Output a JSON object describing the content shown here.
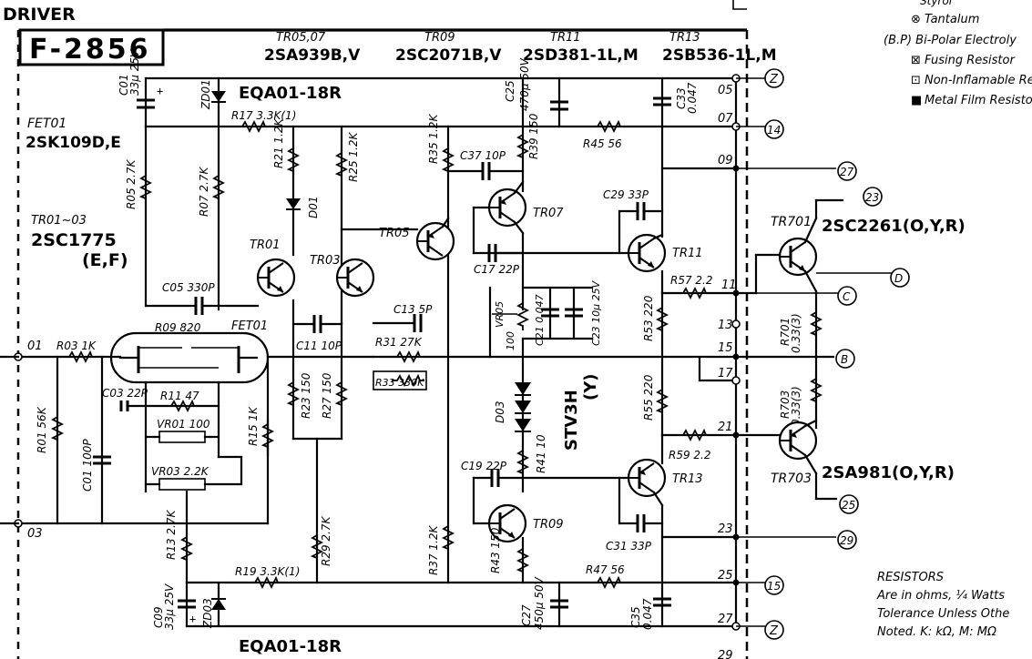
{
  "header": {
    "section_title": "DRIVER",
    "board_id": "F-2856"
  },
  "legend": {
    "items": [
      {
        "symbol": "⊗",
        "text": "Tantalum"
      },
      {
        "symbol": "",
        "text": "(B.P) Bi-Polar Electroly"
      },
      {
        "symbol": "⊠",
        "text": "Fusing Resistor"
      },
      {
        "symbol": "⊡",
        "text": "Non-Inflamable Resistor"
      },
      {
        "symbol": "■",
        "text": "Metal Film Resistor"
      }
    ],
    "partial_top": "Styrol"
  },
  "transistor_types": {
    "tr05_07_ref": "TR05,07",
    "tr05_07_type": "2SA939B,V",
    "tr09_ref": "TR09",
    "tr09_type": "2SC2071B,V",
    "tr11_ref": "TR11",
    "tr11_type": "2SD381-1L,M",
    "tr13_ref": "TR13",
    "tr13_type": "2SB536-1L,M",
    "fet_ref": "FET01",
    "fet_type": "2SK109D,E",
    "tr01_03_ref": "TR01~03",
    "tr01_03_type": "2SC1775",
    "tr01_03_grade": "(E,F)",
    "tr701_ref": "TR701",
    "tr701_type": "2SC2261(O,Y,R)",
    "tr703_ref": "TR703",
    "tr703_type": "2SA981(O,Y,R)"
  },
  "diodes": {
    "zd01_type": "EQA01-18R",
    "zd03_type": "EQA01-18R",
    "d03_type": "STV3H",
    "d03_grade": "(Y)"
  },
  "components": {
    "c01": "C01",
    "c01_val": "33μ 25V",
    "zd01": "ZD01",
    "r17": "R17 3.3K(1)",
    "r05": "R05 2.7K",
    "r07": "R07 2.7K",
    "r21": "R21 1.2K",
    "d01": "D01",
    "r25": "R25 1.2K",
    "r35": "R35 1.2K",
    "c37": "C37 10P",
    "r39": "R39 150",
    "c25": "C25",
    "c25_val": "470μ 50V",
    "r45": "R45 56",
    "c33": "C33",
    "c33_val": "0.047",
    "c29": "C29 33P",
    "tr01": "TR01",
    "tr03": "TR03",
    "tr05": "TR05",
    "tr07": "TR07",
    "tr11": "TR11",
    "c17": "C17 22P",
    "c05": "C05 330P",
    "r09": "R09 820",
    "fet01": "FET01",
    "c13": "C13 5P",
    "c11": "C11 10P",
    "r31": "R31 27K",
    "r33": "R33 330K",
    "vr05": "VR05",
    "vr05_val": "100",
    "c21": "C21 0.047",
    "c23": "C23 10μ 25V",
    "r57": "R57 2.2",
    "r53": "R53 220",
    "r55": "R55 220",
    "r701": "R701",
    "r701_val": "0.33(3)",
    "r703": "R703",
    "r703_val": "0.33(3)",
    "r03": "R03 1K",
    "r01": "R01 56K",
    "c01b": "C01 100P",
    "c03": "C03 22P",
    "r11": "R11 47",
    "vr01": "VR01 100",
    "vr03": "VR03 2.2K",
    "r15": "R15 1K",
    "r23": "R23 150",
    "r27": "R27 150",
    "d03": "D03",
    "c19": "C19 22P",
    "r41": "R41 10",
    "tr13": "TR13",
    "r59": "R59 2.2",
    "tr09": "TR09",
    "r43": "R43 150",
    "c31": "C31 33P",
    "r13": "R13 2.7K",
    "r29": "R29 2.7K",
    "r37": "R37 1.2K",
    "r19": "R19 3.3K(1)",
    "r47": "R47 56",
    "c09": "C09",
    "c09_val": "33μ 25V",
    "zd03": "ZD03",
    "c27": "C27",
    "c27_val": "450μ 50V",
    "c35": "C35",
    "c35_val": "0.047"
  },
  "pins": {
    "p01": "01",
    "p03": "03",
    "p05": "05",
    "p07": "07",
    "p09": "09",
    "p11": "11",
    "p13": "13",
    "p15": "15",
    "p17": "17",
    "p21": "21",
    "p23": "23",
    "p25": "25",
    "p27": "27",
    "p29": "29"
  },
  "connectors": {
    "z_top": "Z",
    "c14": "14",
    "c27": "27",
    "c23": "23",
    "d": "D",
    "c": "C",
    "b": "B",
    "c25": "25",
    "c29": "29",
    "c15": "15",
    "z_bot": "Z"
  },
  "notes": {
    "heading": "RESISTORS",
    "line1": "Are in ohms, ¼ Watts",
    "line2": "Tolerance Unless Othe",
    "line3": "Noted. K: kΩ, M: MΩ"
  }
}
